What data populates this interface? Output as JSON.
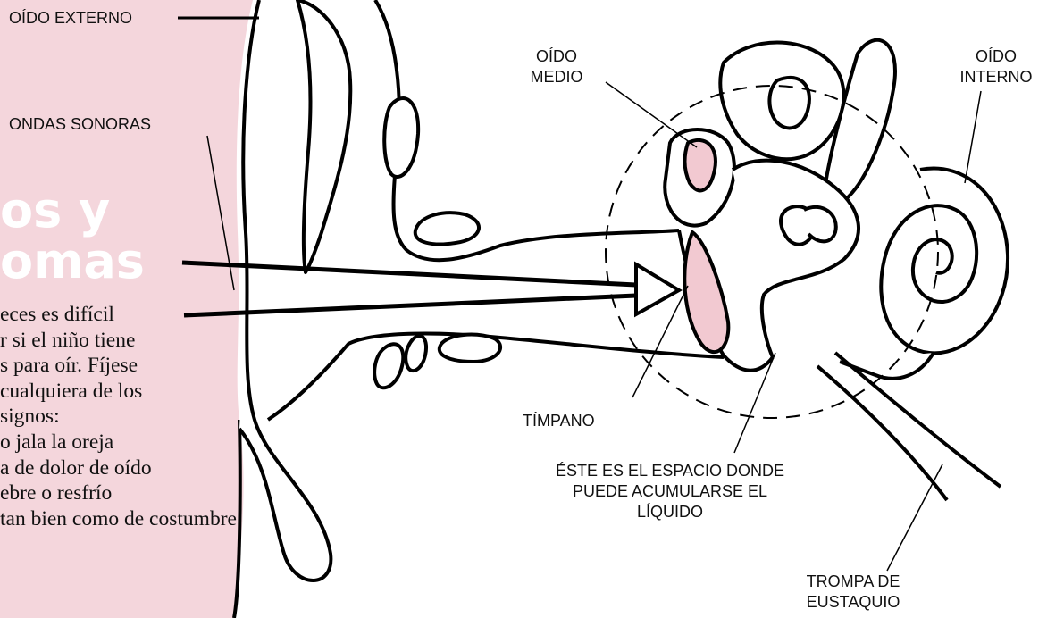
{
  "panel": {
    "heading_line_1": "os y",
    "heading_line_2": "omas",
    "body_lines": [
      "eces es difícil",
      "r si el niño tiene",
      "s para oír. Fíjese",
      "cualquiera de los",
      "signos:",
      "o jala la oreja",
      "a de dolor de oído",
      "ebre o resfrío",
      "tan bien como de costumbre"
    ]
  },
  "labels": {
    "outer_ear": "OÍDO EXTERNO",
    "sound_waves": "ONDAS SONORAS",
    "middle_ear": [
      "OÍDO",
      "MEDIO"
    ],
    "inner_ear": [
      "OÍDO",
      "INTERNO"
    ],
    "eardrum": "TÍMPANO",
    "fluid_space": [
      "ÉSTE ES EL ESPACIO DONDE",
      "PUEDE ACUMULARSE EL",
      "LÍQUIDO"
    ],
    "eustachian_tube": [
      "TROMPA DE",
      "EUSTAQUIO"
    ]
  },
  "colors": {
    "panel_pink": "#f4d6dc",
    "eardrum_pink": "#f2c9d1",
    "outline": "#000000"
  }
}
